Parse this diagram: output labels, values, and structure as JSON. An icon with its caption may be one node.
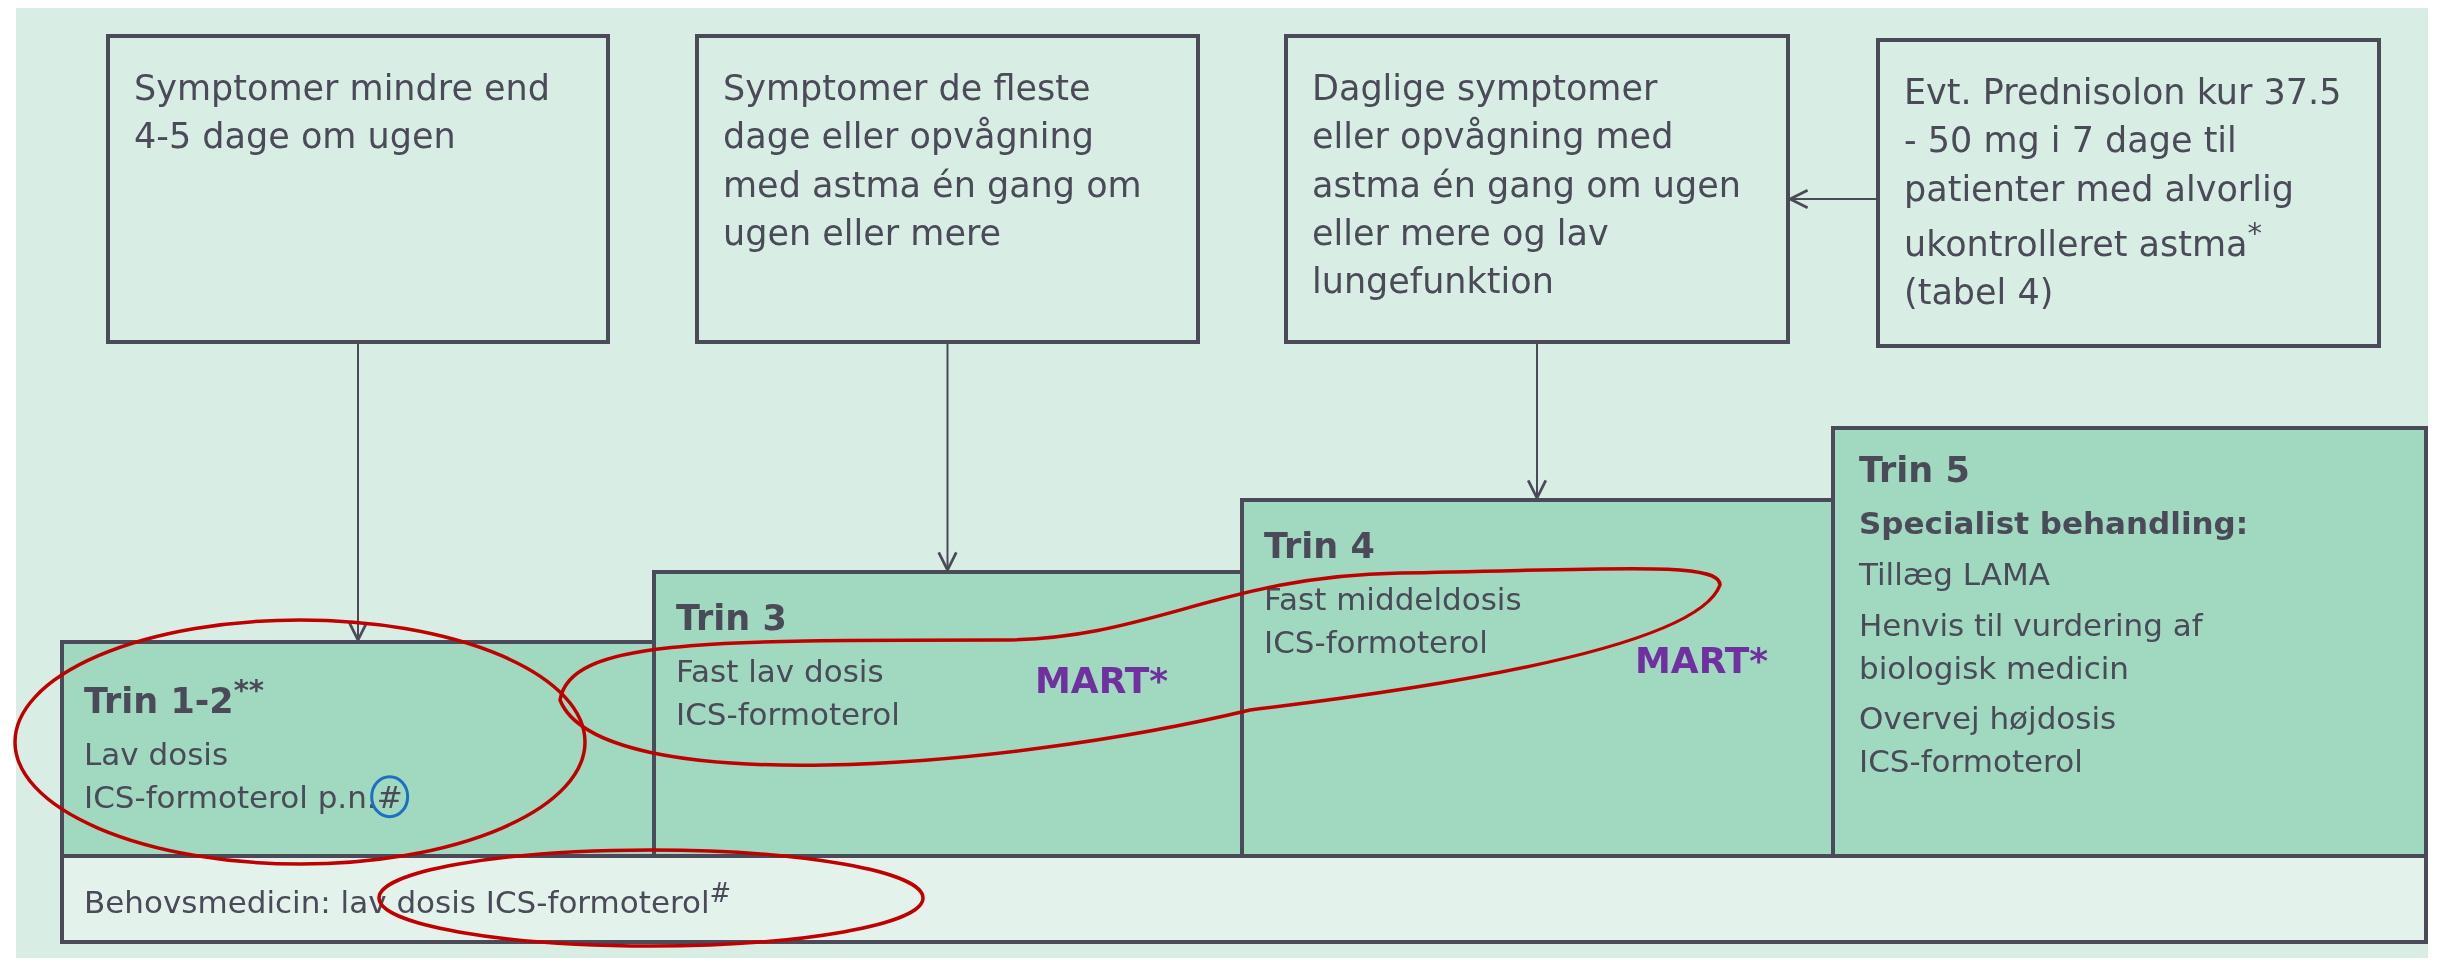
{
  "diagram": {
    "nodes": [
      {
        "text": [
          "Symptomer mindre end 4-5 dage om ugen"
        ]
      },
      {
        "text": [
          "Symptomer de fleste dage eller opvågning med astma én gang om ugen eller mere"
        ]
      },
      {
        "text": [
          "Daglige symptomer eller opvågning med astma én gang om ugen eller mere og lav lungefunktion"
        ]
      },
      {
        "text": [
          "Evt. Prednisolon kur 37.5 - 50 mg i 7 dage til patienter med alvorlig ukontrolleret astma$^{*}$ (tabel 4)"
        ]
      },
      {
        "text": [
          "Trin 1-2$^{**}$",
          "Lav dosis ICS-formoterol p.n.#"
        ]
      },
      {
        "text": [
          "Trin 3",
          "Fast lav dosis ICS-formoterol"
        ]
      },
      {
        "text": [
          "Trin 4",
          "Fast middeldosis ICS-formoterol"
        ]
      },
      {
        "text": [
          "Trin 5",
          "Specialist behandling:",
          "Tillæg LAMA",
          "Henvis til vurdering af biologisk medicin",
          "Overvej højdosis ICS-formoterol"
        ]
      },
      {
        "text": [
          "Behovsmedicin: lav dosis ICS-formoterol$^{#}$"
        ]
      }
    ],
    "edges": [
      {
        "from": 0,
        "to": 4,
        "arrow": "to"
      },
      {
        "from": 1,
        "to": 5,
        "arrow": "to"
      },
      {
        "from": 2,
        "to": 6,
        "arrow": "to"
      },
      {
        "from": 3,
        "to": 2,
        "arrow": "to"
      }
    ],
    "labels": [
      "MART*",
      "MART*"
    ]
  }
}
